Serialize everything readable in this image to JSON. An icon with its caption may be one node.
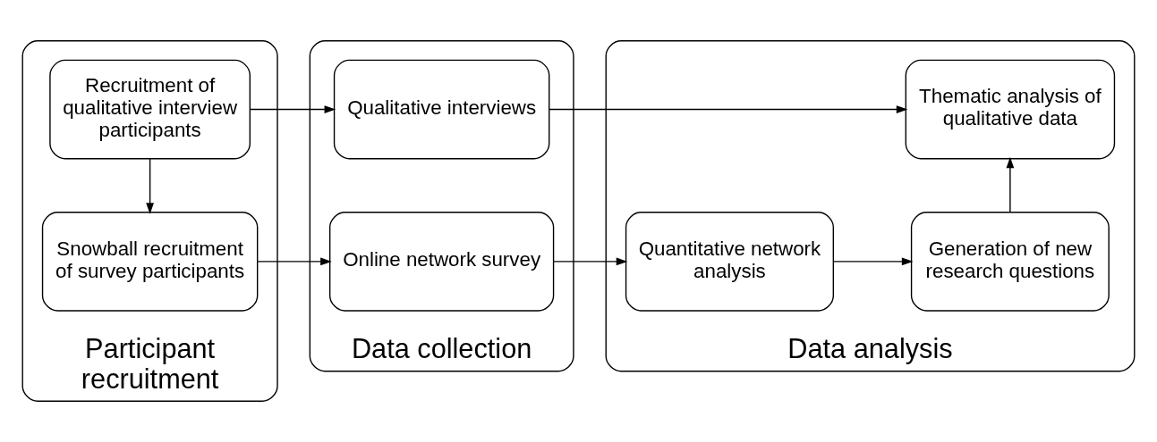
{
  "diagram": {
    "nodes": [
      {
        "text": [
          "Participant recruitment"
        ]
      },
      {
        "text": [
          "Recruitment of qualitative interview participants"
        ],
        "in": 0
      },
      {
        "text": [
          "Snowball recruitment of survey participants"
        ],
        "in": 0
      },
      {
        "text": [
          "Data collection"
        ]
      },
      {
        "text": [
          "Qualitative interviews"
        ],
        "in": 3
      },
      {
        "text": [
          "Online network survey"
        ],
        "in": 3
      },
      {
        "text": [
          "Data analysis"
        ]
      },
      {
        "text": [
          "Thematic analysis of qualitative data"
        ],
        "in": 6
      },
      {
        "text": [
          "Quantitative network analysis"
        ],
        "in": 6
      },
      {
        "text": [
          "Generation of new research questions"
        ],
        "in": 6
      }
    ],
    "edges": [
      {
        "from": 1,
        "to": 4,
        "arrow": "to"
      },
      {
        "from": 1,
        "to": 2,
        "arrow": "to"
      },
      {
        "from": 2,
        "to": 5,
        "arrow": "to"
      },
      {
        "from": 4,
        "to": 7,
        "arrow": "to"
      },
      {
        "from": 5,
        "to": 8,
        "arrow": "to"
      },
      {
        "from": 8,
        "to": 9,
        "arrow": "to"
      },
      {
        "from": 9,
        "to": 7,
        "arrow": "to"
      }
    ]
  }
}
